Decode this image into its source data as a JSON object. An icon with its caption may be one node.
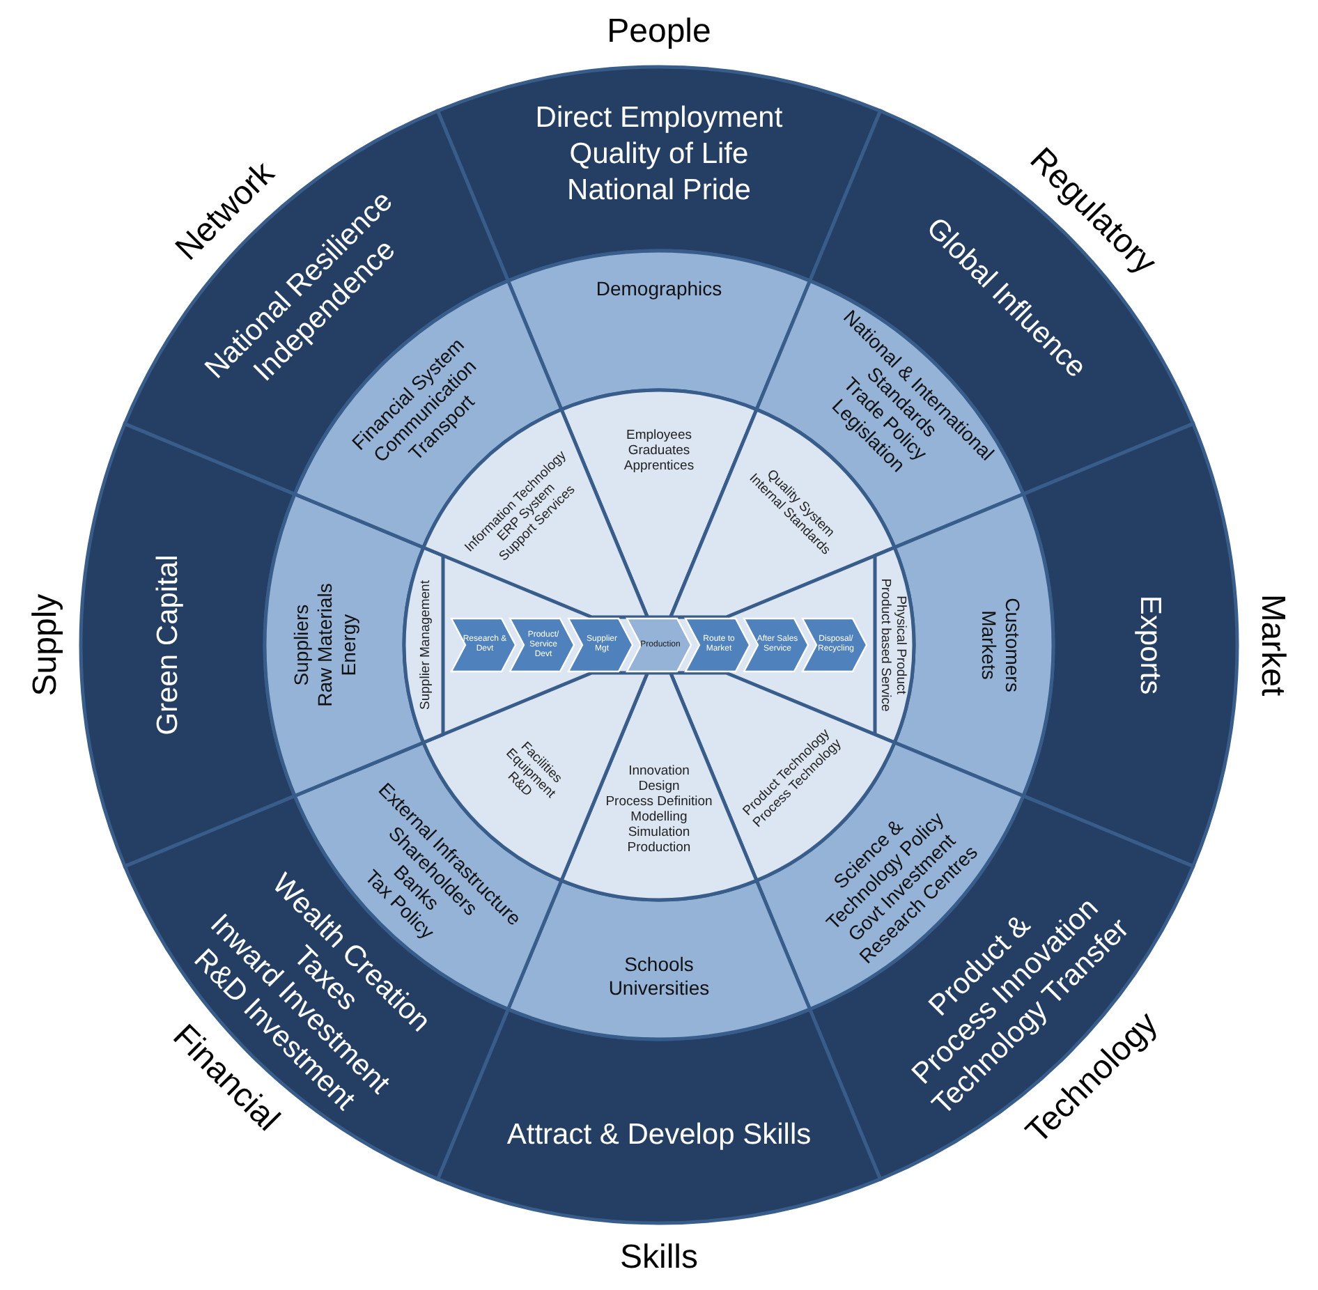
{
  "diagram": {
    "nodes": [
      {
        "text": [
          "Direct Employment",
          "Quality of Life",
          "National Pride"
        ],
        "beside": [
          "People"
        ]
      },
      {
        "text": [
          "Global Influence"
        ],
        "beside": [
          "Regulatory"
        ]
      },
      {
        "text": [
          "Exports"
        ],
        "beside": [
          "Market"
        ]
      },
      {
        "text": [
          "Product &",
          "Process Innovation",
          "Technology Transfer"
        ],
        "beside": [
          "Technology"
        ]
      },
      {
        "text": [
          "Attract & Develop Skills"
        ],
        "beside": [
          "Skills"
        ]
      },
      {
        "text": [
          "Wealth Creation",
          "Taxes",
          "Inward Investment",
          "R&D Investment"
        ],
        "beside": [
          "Financial"
        ]
      },
      {
        "text": [
          "Green Capital"
        ],
        "beside": [
          "Supply"
        ]
      },
      {
        "text": [
          "National Resilience",
          "Independence"
        ],
        "beside": [
          "Network"
        ]
      },
      {
        "text": [
          "Demographics"
        ]
      },
      {
        "text": [
          "National & International",
          "Standards",
          "Trade Policy",
          "Legislation"
        ]
      },
      {
        "text": [
          "Customers",
          "Markets"
        ]
      },
      {
        "text": [
          "Science &",
          "Technology Policy",
          "Govt Investment",
          "Research Centres"
        ]
      },
      {
        "text": [
          "Schools",
          "Universities"
        ]
      },
      {
        "text": [
          "External Infrastructure",
          "Shareholders",
          "Banks",
          "Tax Policy"
        ]
      },
      {
        "text": [
          "Suppliers",
          "Raw Materials",
          "Energy"
        ]
      },
      {
        "text": [
          "Financial System",
          "Communication",
          "Transport"
        ]
      },
      {
        "text": [
          "Employees",
          "Graduates",
          "Apprentices"
        ]
      },
      {
        "text": [
          "Quality System",
          "Internal Standards"
        ]
      },
      {
        "text": [
          "Physical Product",
          "Product based Service"
        ]
      },
      {
        "text": [
          "Product Technology",
          "Process Technology"
        ]
      },
      {
        "text": [
          "Innovation",
          "Design",
          "Process Definition",
          "Modelling",
          "Simulation",
          "Production"
        ]
      },
      {
        "text": [
          "Facilities",
          "Equipment",
          "R&D"
        ]
      },
      {
        "text": [
          "Supplier Management"
        ]
      },
      {
        "text": [
          "Information Technology",
          "ERP System",
          "Support Services"
        ]
      },
      {
        "text": [
          "Research & Devt"
        ]
      },
      {
        "text": [
          "Product/ Service Devt"
        ]
      },
      {
        "text": [
          "Supplier Mgt"
        ]
      },
      {
        "text": [
          "Production"
        ]
      },
      {
        "text": [
          "Route to Market"
        ]
      },
      {
        "text": [
          "After Sales Service"
        ]
      },
      {
        "text": [
          "Disposal/ Recycling"
        ]
      }
    ]
  }
}
